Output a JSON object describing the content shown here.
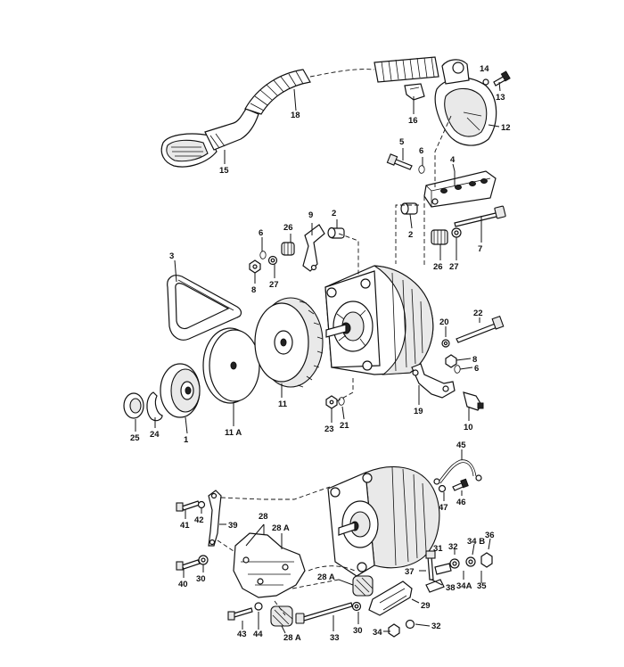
{
  "callouts": {
    "c14": "14",
    "c13": "13",
    "c12": "12",
    "c18": "18",
    "c16": "16",
    "c15": "15",
    "c5": "5",
    "c6a": "6",
    "c4": "4",
    "c9": "9",
    "c2a": "2",
    "c2b": "2",
    "c6b": "6",
    "c26a": "26",
    "c7": "7",
    "c3": "3",
    "c8a": "8",
    "c27a": "27",
    "c26b": "26",
    "c27b": "27",
    "c22": "22",
    "c20": "20",
    "c8b": "8",
    "c6c": "6",
    "c25": "25",
    "c24": "24",
    "c1": "1",
    "c11A": "11 A",
    "c11": "11",
    "c23": "23",
    "c21": "21",
    "c19": "19",
    "c10": "10",
    "c45": "45",
    "c47": "47",
    "c46": "46",
    "c28": "28",
    "c28Aa": "28 A",
    "c41": "41",
    "c42": "42",
    "c39": "39",
    "c32a": "32",
    "c34B": "34 B",
    "c36": "36",
    "c37": "37",
    "c31": "31",
    "c34A": "34A",
    "c35": "35",
    "c40": "40",
    "c30a": "30",
    "c28Ab": "28 A",
    "c38": "38",
    "c29": "29",
    "c43": "43",
    "c44": "44",
    "c28Ac": "28 A",
    "c33": "33",
    "c30b": "30",
    "c34b": "34",
    "c32b": "32"
  }
}
